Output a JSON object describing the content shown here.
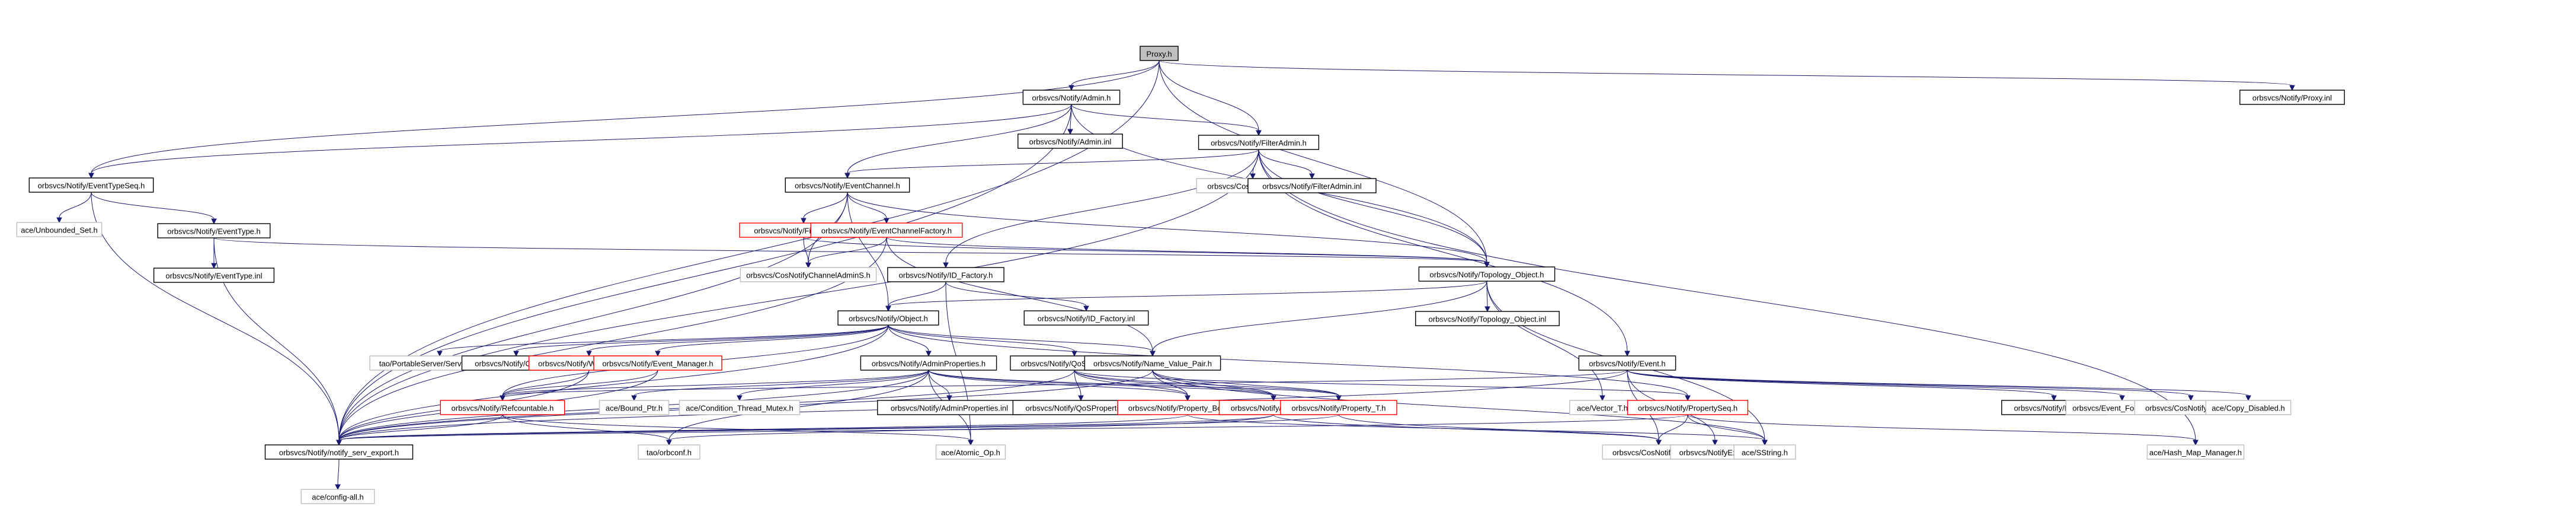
{
  "diagram": {
    "title": "Proxy.h include dependency graph",
    "colors": {
      "edge": "#191970",
      "root_fill": "#bfbfbf",
      "truncated_border": "#ff0000",
      "external_border": "#bfbfbf",
      "normal_border": "#000000"
    },
    "nodes": [
      {
        "id": "proxy_h",
        "label": "Proxy.h",
        "kind": "root"
      },
      {
        "id": "admin_h",
        "label": "orbsvcs/Notify/Admin.h",
        "kind": "normal"
      },
      {
        "id": "admin_inl",
        "label": "orbsvcs/Notify/Admin.inl",
        "kind": "normal"
      },
      {
        "id": "filteradmin_h",
        "label": "orbsvcs/Notify/FilterAdmin.h",
        "kind": "normal"
      },
      {
        "id": "proxy_inl",
        "label": "orbsvcs/Notify/Proxy.inl",
        "kind": "normal"
      },
      {
        "id": "eventtypeseq_h",
        "label": "orbsvcs/Notify/EventTypeSeq.h",
        "kind": "normal"
      },
      {
        "id": "unbounded_set",
        "label": "ace/Unbounded_Set.h",
        "kind": "ext"
      },
      {
        "id": "eventtype_h",
        "label": "orbsvcs/Notify/EventType.h",
        "kind": "normal"
      },
      {
        "id": "eventtype_inl",
        "label": "orbsvcs/Notify/EventType.inl",
        "kind": "normal"
      },
      {
        "id": "eventchannel_h",
        "label": "orbsvcs/Notify/EventChannel.h",
        "kind": "normal"
      },
      {
        "id": "cosnotifyfilters",
        "label": "orbsvcs/CosNotifyFilterS.h",
        "kind": "ext"
      },
      {
        "id": "filteradmin_inl",
        "label": "orbsvcs/Notify/FilterAdmin.inl",
        "kind": "normal"
      },
      {
        "id": "filterfactory_h",
        "label": "orbsvcs/Notify/FilterFactory.h",
        "kind": "trunc"
      },
      {
        "id": "ecfactory_h",
        "label": "orbsvcs/Notify/EventChannelFactory.h",
        "kind": "trunc"
      },
      {
        "id": "cosnotifychanneladmins",
        "label": "orbsvcs/CosNotifyChannelAdminS.h",
        "kind": "ext"
      },
      {
        "id": "id_factory_h",
        "label": "orbsvcs/Notify/ID_Factory.h",
        "kind": "normal"
      },
      {
        "id": "topology_h",
        "label": "orbsvcs/Notify/Topology_Object.h",
        "kind": "normal"
      },
      {
        "id": "topology_inl",
        "label": "orbsvcs/Notify/Topology_Object.inl",
        "kind": "normal"
      },
      {
        "id": "object_h",
        "label": "orbsvcs/Notify/Object.h",
        "kind": "normal"
      },
      {
        "id": "id_factory_inl",
        "label": "orbsvcs/Notify/ID_Factory.inl",
        "kind": "normal"
      },
      {
        "id": "servant_base",
        "label": "tao/PortableServer/Servant_Base.h",
        "kind": "ext"
      },
      {
        "id": "object_inl",
        "label": "orbsvcs/Notify/Object.inl",
        "kind": "normal"
      },
      {
        "id": "worker_task",
        "label": "orbsvcs/Notify/Worker_Task.h",
        "kind": "trunc"
      },
      {
        "id": "event_manager",
        "label": "orbsvcs/Notify/Event_Manager.h",
        "kind": "trunc"
      },
      {
        "id": "adminprops_h",
        "label": "orbsvcs/Notify/AdminProperties.h",
        "kind": "normal"
      },
      {
        "id": "qosprops_h",
        "label": "orbsvcs/Notify/QoSProperties.h",
        "kind": "normal"
      },
      {
        "id": "nvp_h",
        "label": "orbsvcs/Notify/Name_Value_Pair.h",
        "kind": "normal"
      },
      {
        "id": "event_h",
        "label": "orbsvcs/Notify/Event.h",
        "kind": "normal"
      },
      {
        "id": "refcountable",
        "label": "orbsvcs/Notify/Refcountable.h",
        "kind": "trunc"
      },
      {
        "id": "bound_ptr",
        "label": "ace/Bound_Ptr.h",
        "kind": "ext"
      },
      {
        "id": "cond_mutex",
        "label": "ace/Condition_Thread_Mutex.h",
        "kind": "ext"
      },
      {
        "id": "adminprops_inl",
        "label": "orbsvcs/Notify/AdminProperties.inl",
        "kind": "normal"
      },
      {
        "id": "qosprops_inl",
        "label": "orbsvcs/Notify/QoSProperties.inl",
        "kind": "normal"
      },
      {
        "id": "prop_bool",
        "label": "orbsvcs/Notify/Property_Boolean.h",
        "kind": "trunc"
      },
      {
        "id": "property_h",
        "label": "orbsvcs/Notify/Property.h",
        "kind": "trunc"
      },
      {
        "id": "property_t",
        "label": "orbsvcs/Notify/Property_T.h",
        "kind": "trunc"
      },
      {
        "id": "vector_t",
        "label": "ace/Vector_T.h",
        "kind": "ext"
      },
      {
        "id": "propertyseq",
        "label": "orbsvcs/Notify/PropertySeq.h",
        "kind": "trunc"
      },
      {
        "id": "event_inl",
        "label": "orbsvcs/Notify/Event.inl",
        "kind": "normal"
      },
      {
        "id": "event_forwarders",
        "label": "orbsvcs/Event_ForwarderS.h",
        "kind": "ext"
      },
      {
        "id": "cosnotifyfilterc",
        "label": "orbsvcs/CosNotifyFilterC.h",
        "kind": "ext"
      },
      {
        "id": "copy_disabled",
        "label": "ace/Copy_Disabled.h",
        "kind": "ext"
      },
      {
        "id": "notify_export",
        "label": "orbsvcs/Notify/notify_serv_export.h",
        "kind": "normal"
      },
      {
        "id": "orbconf",
        "label": "tao/orbconf.h",
        "kind": "ext"
      },
      {
        "id": "atomic_op",
        "label": "ace/Atomic_Op.h",
        "kind": "ext"
      },
      {
        "id": "cosnotificationc",
        "label": "orbsvcs/CosNotificationC.h",
        "kind": "ext"
      },
      {
        "id": "notifyextc",
        "label": "orbsvcs/NotifyExtC.h",
        "kind": "ext"
      },
      {
        "id": "sstring",
        "label": "ace/SString.h",
        "kind": "ext"
      },
      {
        "id": "hash_map_manager",
        "label": "ace/Hash_Map_Manager.h",
        "kind": "ext"
      },
      {
        "id": "config_all",
        "label": "ace/config-all.h",
        "kind": "ext"
      }
    ],
    "edges": [
      [
        "proxy_h",
        "admin_h"
      ],
      [
        "proxy_h",
        "filteradmin_h"
      ],
      [
        "proxy_h",
        "proxy_inl"
      ],
      [
        "proxy_h",
        "eventtypeseq_h"
      ],
      [
        "proxy_h",
        "notify_export"
      ],
      [
        "proxy_h",
        "topology_h"
      ],
      [
        "admin_h",
        "admin_inl"
      ],
      [
        "admin_h",
        "filteradmin_h"
      ],
      [
        "admin_h",
        "eventchannel_h"
      ],
      [
        "admin_h",
        "eventtypeseq_h"
      ],
      [
        "admin_h",
        "topology_h"
      ],
      [
        "admin_h",
        "notify_export"
      ],
      [
        "filteradmin_h",
        "cosnotifyfilters"
      ],
      [
        "filteradmin_h",
        "filteradmin_inl"
      ],
      [
        "filteradmin_h",
        "eventchannel_h"
      ],
      [
        "filteradmin_h",
        "id_factory_h"
      ],
      [
        "filteradmin_h",
        "topology_h"
      ],
      [
        "filteradmin_h",
        "event_h"
      ],
      [
        "filteradmin_h",
        "hash_map_manager"
      ],
      [
        "filteradmin_h",
        "notify_export"
      ],
      [
        "eventtypeseq_h",
        "unbounded_set"
      ],
      [
        "eventtypeseq_h",
        "eventtype_h"
      ],
      [
        "eventtypeseq_h",
        "notify_export"
      ],
      [
        "eventtype_h",
        "eventtype_inl"
      ],
      [
        "eventtype_h",
        "notify_export"
      ],
      [
        "eventtype_h",
        "topology_h"
      ],
      [
        "eventchannel_h",
        "filterfactory_h"
      ],
      [
        "eventchannel_h",
        "ecfactory_h"
      ],
      [
        "eventchannel_h",
        "cosnotifychanneladmins"
      ],
      [
        "eventchannel_h",
        "topology_h"
      ],
      [
        "eventchannel_h",
        "object_h"
      ],
      [
        "eventchannel_h",
        "notify_export"
      ],
      [
        "filterfactory_h",
        "cosnotifychanneladmins"
      ],
      [
        "filterfactory_h",
        "topology_h"
      ],
      [
        "ecfactory_h",
        "cosnotifychanneladmins"
      ],
      [
        "ecfactory_h",
        "topology_h"
      ],
      [
        "ecfactory_h",
        "nvp_h"
      ],
      [
        "ecfactory_h",
        "notify_export"
      ],
      [
        "id_factory_h",
        "id_factory_inl"
      ],
      [
        "id_factory_h",
        "object_h"
      ],
      [
        "id_factory_h",
        "atomic_op"
      ],
      [
        "topology_h",
        "topology_inl"
      ],
      [
        "topology_h",
        "object_h"
      ],
      [
        "topology_h",
        "nvp_h"
      ],
      [
        "topology_h",
        "vector_t"
      ],
      [
        "topology_h",
        "sstring"
      ],
      [
        "object_h",
        "servant_base"
      ],
      [
        "object_h",
        "object_inl"
      ],
      [
        "object_h",
        "worker_task"
      ],
      [
        "object_h",
        "event_manager"
      ],
      [
        "object_h",
        "adminprops_h"
      ],
      [
        "object_h",
        "qosprops_h"
      ],
      [
        "object_h",
        "nvp_h"
      ],
      [
        "object_h",
        "refcountable"
      ],
      [
        "object_h",
        "notify_export"
      ],
      [
        "object_h",
        "propertyseq"
      ],
      [
        "worker_task",
        "refcountable"
      ],
      [
        "worker_task",
        "notify_export"
      ],
      [
        "event_manager",
        "refcountable"
      ],
      [
        "event_manager",
        "notify_export"
      ],
      [
        "adminprops_h",
        "adminprops_inl"
      ],
      [
        "adminprops_h",
        "refcountable"
      ],
      [
        "adminprops_h",
        "bound_ptr"
      ],
      [
        "adminprops_h",
        "cond_mutex"
      ],
      [
        "adminprops_h",
        "atomic_op"
      ],
      [
        "adminprops_h",
        "prop_bool"
      ],
      [
        "adminprops_h",
        "property_h"
      ],
      [
        "adminprops_h",
        "property_t"
      ],
      [
        "adminprops_h",
        "orbconf"
      ],
      [
        "adminprops_h",
        "notify_export"
      ],
      [
        "qosprops_h",
        "qosprops_inl"
      ],
      [
        "qosprops_h",
        "prop_bool"
      ],
      [
        "qosprops_h",
        "property_h"
      ],
      [
        "qosprops_h",
        "property_t"
      ],
      [
        "qosprops_h",
        "propertyseq"
      ],
      [
        "qosprops_h",
        "notify_export"
      ],
      [
        "nvp_h",
        "prop_bool"
      ],
      [
        "nvp_h",
        "property_h"
      ],
      [
        "nvp_h",
        "property_t"
      ],
      [
        "nvp_h",
        "sstring"
      ],
      [
        "nvp_h",
        "notify_export"
      ],
      [
        "event_h",
        "event_inl"
      ],
      [
        "event_h",
        "event_forwarders"
      ],
      [
        "event_h",
        "cosnotifyfilterc"
      ],
      [
        "event_h",
        "copy_disabled"
      ],
      [
        "event_h",
        "cosnotificationc"
      ],
      [
        "event_h",
        "notifyextc"
      ],
      [
        "event_h",
        "refcountable"
      ],
      [
        "event_h",
        "notify_export"
      ],
      [
        "refcountable",
        "orbconf"
      ],
      [
        "refcountable",
        "atomic_op"
      ],
      [
        "refcountable",
        "notify_export"
      ],
      [
        "property_h",
        "cosnotificationc"
      ],
      [
        "property_h",
        "notify_export"
      ],
      [
        "property_h",
        "orbconf"
      ],
      [
        "property_t",
        "cosnotificationc"
      ],
      [
        "property_t",
        "notify_export"
      ],
      [
        "prop_bool",
        "notify_export"
      ],
      [
        "prop_bool",
        "sstring"
      ],
      [
        "propertyseq",
        "cosnotificationc"
      ],
      [
        "propertyseq",
        "hash_map_manager"
      ],
      [
        "propertyseq",
        "sstring"
      ],
      [
        "propertyseq",
        "notify_export"
      ],
      [
        "notify_export",
        "config_all"
      ]
    ]
  }
}
